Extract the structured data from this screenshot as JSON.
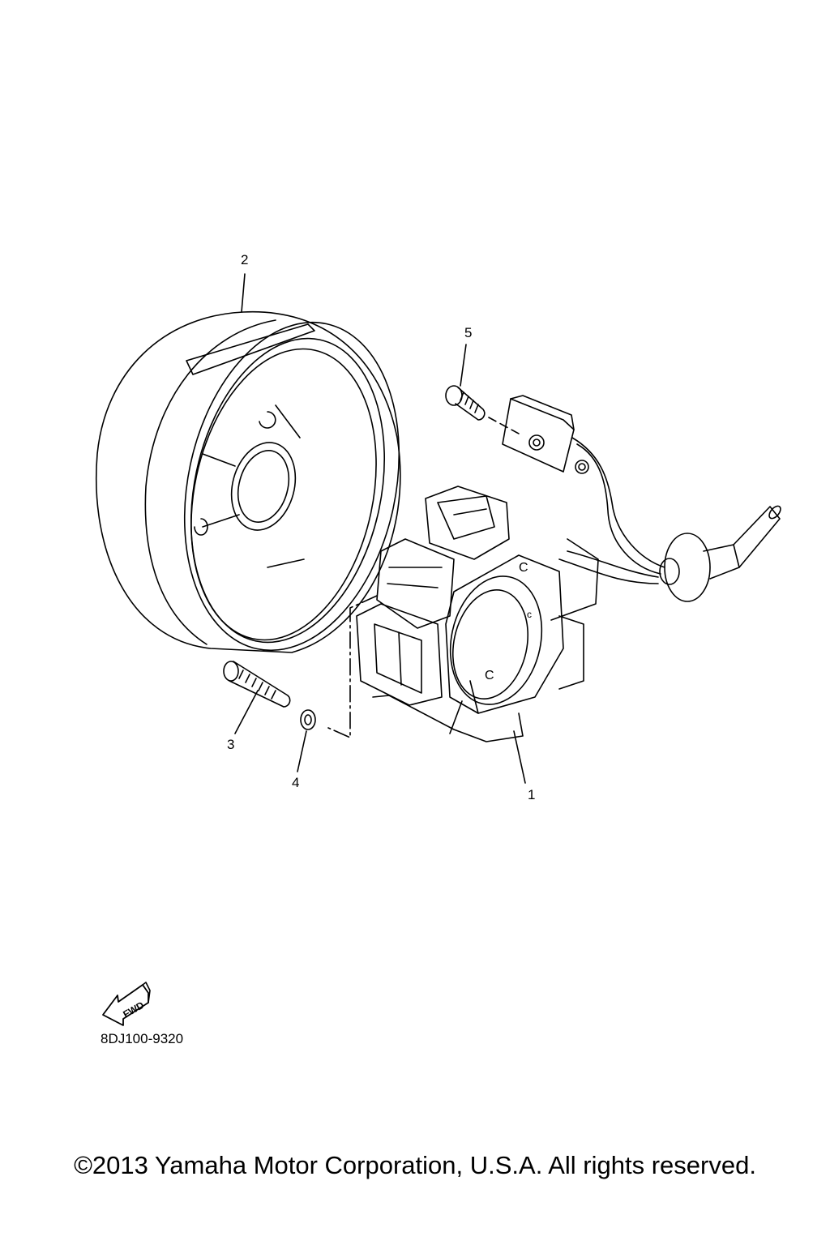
{
  "diagram": {
    "callouts": [
      {
        "id": "1",
        "label": "1"
      },
      {
        "id": "2",
        "label": "2"
      },
      {
        "id": "3",
        "label": "3"
      },
      {
        "id": "4",
        "label": "4"
      },
      {
        "id": "5",
        "label": "5"
      }
    ],
    "fwd_label": "FWD",
    "diagram_code": "8DJ100-9320"
  },
  "footer": {
    "copyright": "©2013 Yamaha Motor Corporation, U.S.A. All rights reserved."
  }
}
